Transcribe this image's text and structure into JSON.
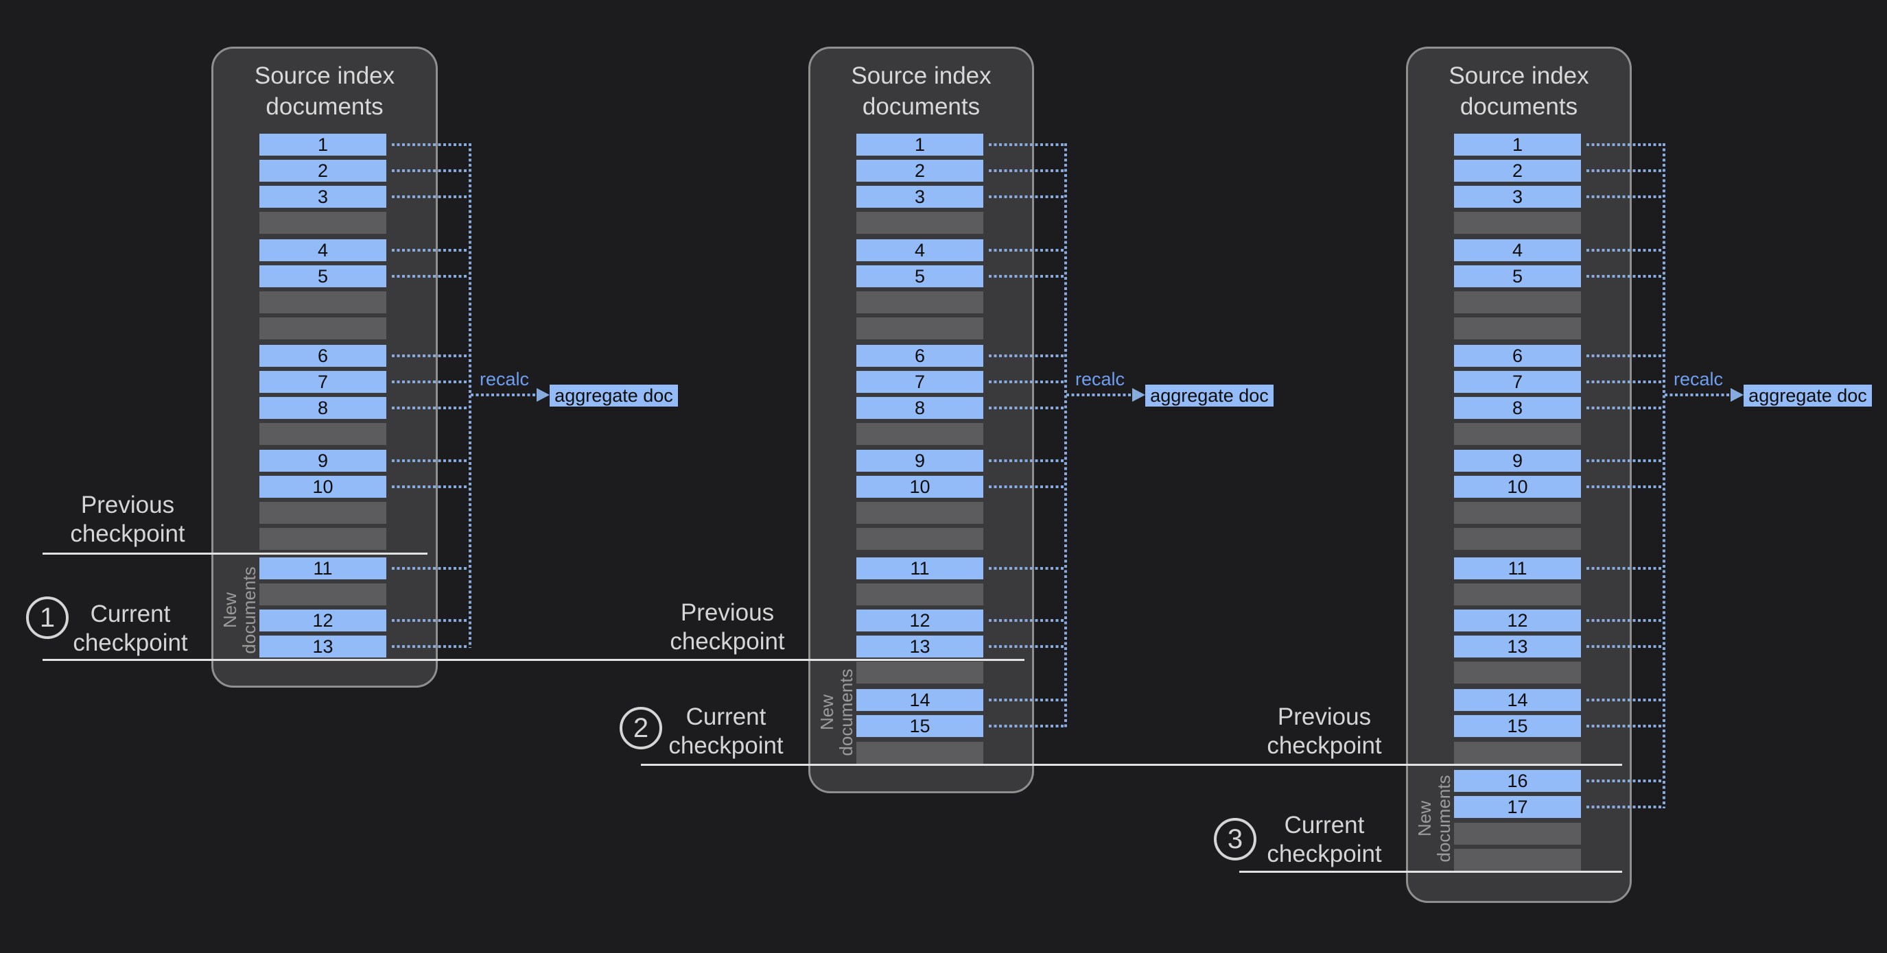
{
  "page": {
    "background": "#1c1c1e"
  },
  "colors": {
    "panel_bg": "#3a3a3c",
    "panel_border": "#8f8f8f",
    "doc_row_fill": "#93bbf7",
    "gap_row_fill": "#5c5c5e",
    "dotted_line": "#88abdf",
    "recalc_text": "#6f9ff0",
    "checkpoint_line": "#e2e2e2",
    "label_text": "#d5d5d5",
    "new_documents_text": "#9b9b9b",
    "row_text": "#0c0c0c"
  },
  "panels": [
    {
      "title": "Source index documents",
      "recalc_label": "recalc",
      "aggregate_label": "aggregate doc",
      "new_documents_label": "New documents",
      "rows": [
        {
          "type": "doc",
          "label": "1"
        },
        {
          "type": "doc",
          "label": "2"
        },
        {
          "type": "doc",
          "label": "3"
        },
        {
          "type": "gap"
        },
        {
          "type": "doc",
          "label": "4"
        },
        {
          "type": "doc",
          "label": "5"
        },
        {
          "type": "gap"
        },
        {
          "type": "gap"
        },
        {
          "type": "doc",
          "label": "6"
        },
        {
          "type": "doc",
          "label": "7"
        },
        {
          "type": "doc",
          "label": "8"
        },
        {
          "type": "gap"
        },
        {
          "type": "doc",
          "label": "9"
        },
        {
          "type": "doc",
          "label": "10"
        },
        {
          "type": "gap"
        },
        {
          "type": "gap"
        },
        {
          "type": "doc",
          "label": "11"
        },
        {
          "type": "gap"
        },
        {
          "type": "doc",
          "label": "12"
        },
        {
          "type": "doc",
          "label": "13"
        }
      ]
    },
    {
      "title": "Source index documents",
      "recalc_label": "recalc",
      "aggregate_label": "aggregate doc",
      "new_documents_label": "New documents",
      "rows": [
        {
          "type": "doc",
          "label": "1"
        },
        {
          "type": "doc",
          "label": "2"
        },
        {
          "type": "doc",
          "label": "3"
        },
        {
          "type": "gap"
        },
        {
          "type": "doc",
          "label": "4"
        },
        {
          "type": "doc",
          "label": "5"
        },
        {
          "type": "gap"
        },
        {
          "type": "gap"
        },
        {
          "type": "doc",
          "label": "6"
        },
        {
          "type": "doc",
          "label": "7"
        },
        {
          "type": "doc",
          "label": "8"
        },
        {
          "type": "gap"
        },
        {
          "type": "doc",
          "label": "9"
        },
        {
          "type": "doc",
          "label": "10"
        },
        {
          "type": "gap"
        },
        {
          "type": "gap"
        },
        {
          "type": "doc",
          "label": "11"
        },
        {
          "type": "gap"
        },
        {
          "type": "doc",
          "label": "12"
        },
        {
          "type": "doc",
          "label": "13"
        },
        {
          "type": "gap"
        },
        {
          "type": "doc",
          "label": "14"
        },
        {
          "type": "doc",
          "label": "15"
        },
        {
          "type": "gap"
        }
      ]
    },
    {
      "title": "Source index documents",
      "recalc_label": "recalc",
      "aggregate_label": "aggregate doc",
      "new_documents_label": "New documents",
      "rows": [
        {
          "type": "doc",
          "label": "1"
        },
        {
          "type": "doc",
          "label": "2"
        },
        {
          "type": "doc",
          "label": "3"
        },
        {
          "type": "gap"
        },
        {
          "type": "doc",
          "label": "4"
        },
        {
          "type": "doc",
          "label": "5"
        },
        {
          "type": "gap"
        },
        {
          "type": "gap"
        },
        {
          "type": "doc",
          "label": "6"
        },
        {
          "type": "doc",
          "label": "7"
        },
        {
          "type": "doc",
          "label": "8"
        },
        {
          "type": "gap"
        },
        {
          "type": "doc",
          "label": "9"
        },
        {
          "type": "doc",
          "label": "10"
        },
        {
          "type": "gap"
        },
        {
          "type": "gap"
        },
        {
          "type": "doc",
          "label": "11"
        },
        {
          "type": "gap"
        },
        {
          "type": "doc",
          "label": "12"
        },
        {
          "type": "doc",
          "label": "13"
        },
        {
          "type": "gap"
        },
        {
          "type": "doc",
          "label": "14"
        },
        {
          "type": "doc",
          "label": "15"
        },
        {
          "type": "gap"
        },
        {
          "type": "doc",
          "label": "16"
        },
        {
          "type": "doc",
          "label": "17"
        },
        {
          "type": "gap"
        },
        {
          "type": "gap"
        }
      ]
    }
  ],
  "checkpoints": [
    {
      "number": "1",
      "previous_label": "Previous checkpoint",
      "current_label": "Current checkpoint"
    },
    {
      "number": "2",
      "previous_label": "Previous checkpoint",
      "current_label": "Current checkpoint"
    },
    {
      "number": "3",
      "previous_label": "Previous checkpoint",
      "current_label": "Current checkpoint"
    }
  ]
}
